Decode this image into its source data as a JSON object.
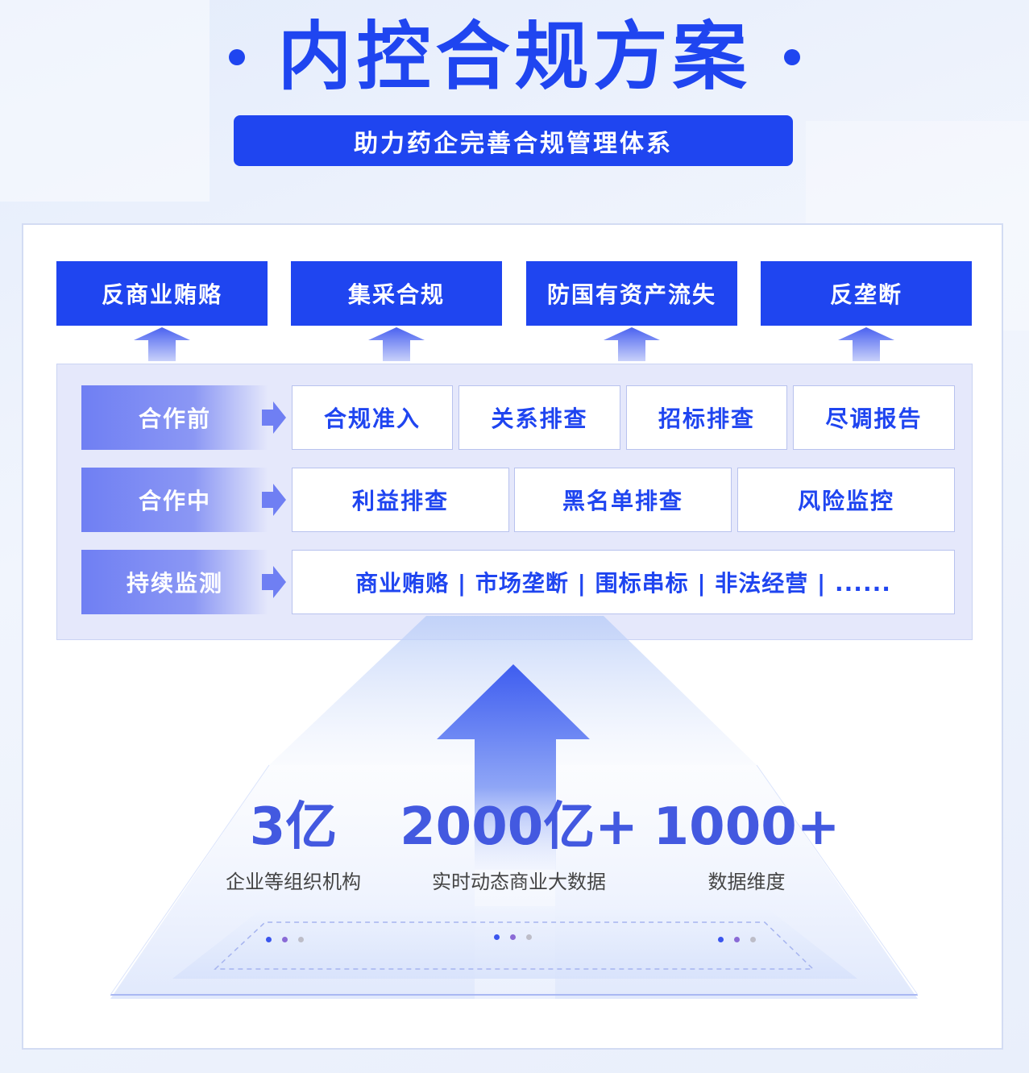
{
  "header": {
    "title": "内控合规方案",
    "subtitle": "助力药企完善合规管理体系"
  },
  "goals": [
    "反商业贿赂",
    "集采合规",
    "防国有资产流失",
    "反垄断"
  ],
  "stages": [
    {
      "label": "合作前",
      "items": [
        "合规准入",
        "关系排查",
        "招标排查",
        "尽调报告"
      ]
    },
    {
      "label": "合作中",
      "items": [
        "利益排查",
        "黑名单排查",
        "风险监控"
      ]
    },
    {
      "label": "持续监测",
      "items": [
        "商业贿赂 | 市场垄断 | 围标串标 | 非法经营 | ......"
      ]
    }
  ],
  "stats": [
    {
      "value": "3亿",
      "label": "企业等组织机构"
    },
    {
      "value": "2000亿+",
      "label": "实时动态商业大数据"
    },
    {
      "value": "1000+",
      "label": "数据维度"
    }
  ],
  "colors": {
    "brand_blue": "#1f45f0",
    "stat_blue": "#4359e0",
    "stage_panel": "#e5e8fb"
  }
}
